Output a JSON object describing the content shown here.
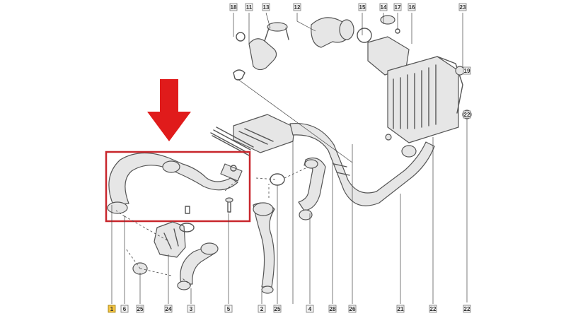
{
  "diagram": {
    "highlight_color": "#c8262c",
    "arrow_color": "#e01b1b",
    "highlighted_part": "1",
    "top_callouts": [
      "18",
      "11",
      "13",
      "12",
      "15",
      "14",
      "17",
      "16",
      "23"
    ],
    "right_callouts": [
      "19",
      "22"
    ],
    "bottom_callouts": [
      "1",
      "6",
      "25",
      "24",
      "3",
      "5",
      "2",
      "25",
      "4",
      "28",
      "26",
      "21",
      "22",
      "22"
    ]
  }
}
